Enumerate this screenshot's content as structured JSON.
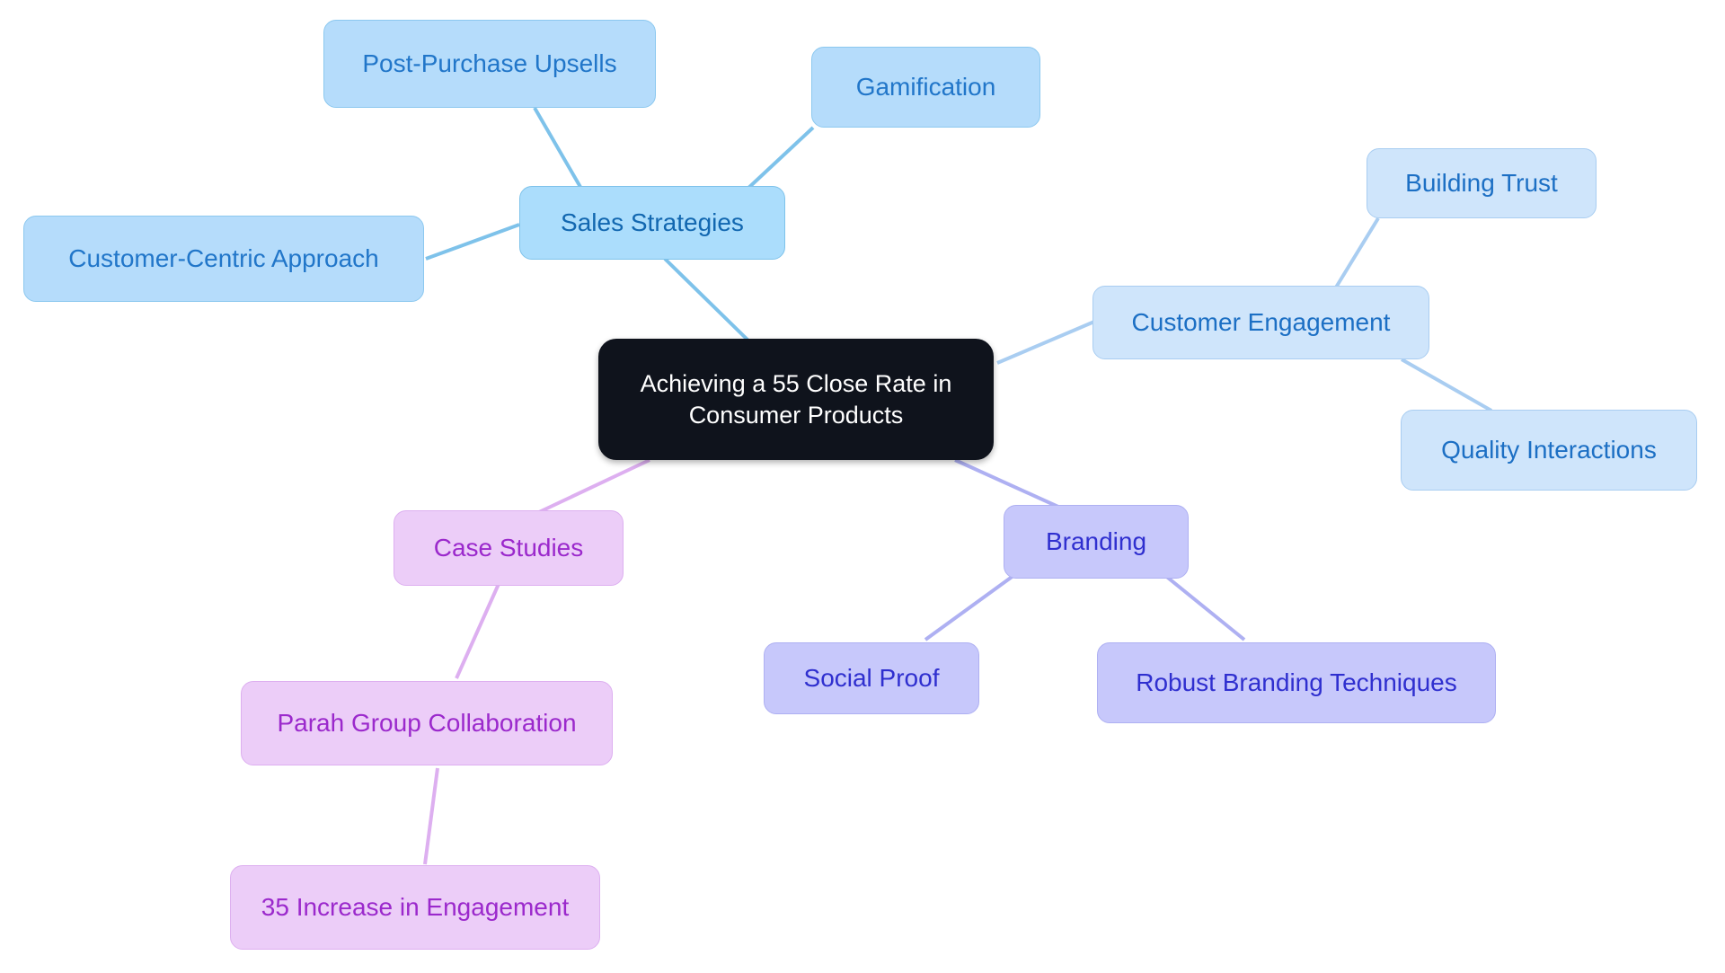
{
  "diagram": {
    "type": "mindmap",
    "title": "Achieving a 55 Close Rate in Consumer Products",
    "background_color": "#ffffff",
    "branch_colors": {
      "sales_strategies": "#7ec2ea",
      "customer_engagement": "#a9cdf1",
      "branding": "#aeb0f2",
      "case_studies": "#ddaff0"
    }
  },
  "nodes": {
    "root": {
      "label": "Achieving a 55 Close Rate in\nConsumer Products"
    },
    "sales_strategies": {
      "label": "Sales Strategies"
    },
    "post_purchase_upsells": {
      "label": "Post-Purchase Upsells"
    },
    "gamification": {
      "label": "Gamification"
    },
    "customer_centric_approach": {
      "label": "Customer-Centric Approach"
    },
    "customer_engagement": {
      "label": "Customer Engagement"
    },
    "building_trust": {
      "label": "Building Trust"
    },
    "quality_interactions": {
      "label": "Quality Interactions"
    },
    "branding": {
      "label": "Branding"
    },
    "social_proof": {
      "label": "Social Proof"
    },
    "robust_branding_techniques": {
      "label": "Robust Branding Techniques"
    },
    "case_studies": {
      "label": "Case Studies"
    },
    "parah_group_collaboration": {
      "label": "Parah Group Collaboration"
    },
    "increase_in_engagement": {
      "label": "35 Increase in Engagement"
    }
  },
  "edges": [
    {
      "from": "root",
      "to": "sales_strategies"
    },
    {
      "from": "sales_strategies",
      "to": "post_purchase_upsells"
    },
    {
      "from": "sales_strategies",
      "to": "gamification"
    },
    {
      "from": "sales_strategies",
      "to": "customer_centric_approach"
    },
    {
      "from": "root",
      "to": "customer_engagement"
    },
    {
      "from": "customer_engagement",
      "to": "building_trust"
    },
    {
      "from": "customer_engagement",
      "to": "quality_interactions"
    },
    {
      "from": "root",
      "to": "branding"
    },
    {
      "from": "branding",
      "to": "social_proof"
    },
    {
      "from": "branding",
      "to": "robust_branding_techniques"
    },
    {
      "from": "root",
      "to": "case_studies"
    },
    {
      "from": "case_studies",
      "to": "parah_group_collaboration"
    },
    {
      "from": "parah_group_collaboration",
      "to": "increase_in_engagement"
    }
  ]
}
